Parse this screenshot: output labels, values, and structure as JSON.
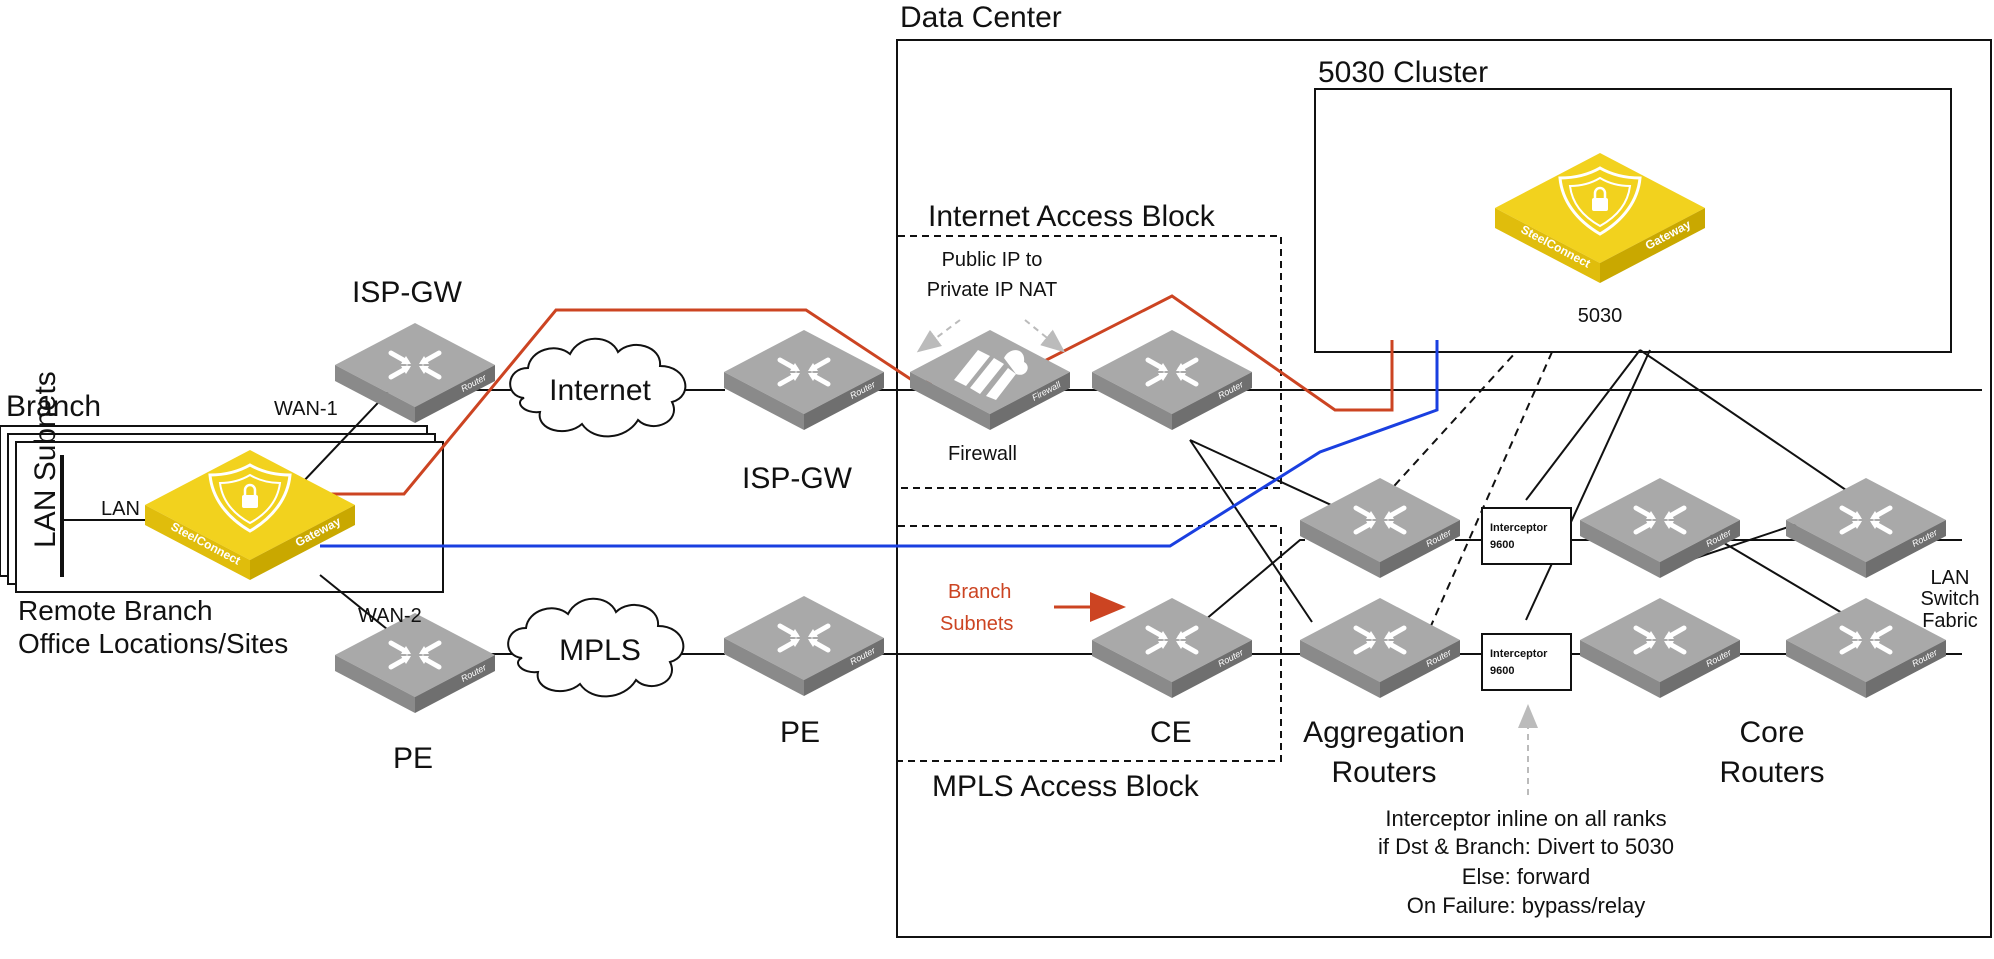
{
  "colors": {
    "red_path": "#cc4422",
    "blue_path": "#1a3fe0",
    "router_top": "#a9a9a9",
    "router_side": "#7d7d7d",
    "gateway_top": "#f2d21e",
    "gateway_side": "#c9a800",
    "dashed_arrow": "#bbbbbb",
    "branch_text": "#cc4422"
  },
  "icons": {
    "router": "router-icon",
    "firewall": "firewall-icon",
    "gateway": "steelconnect-gateway-icon",
    "cloud": "cloud-icon"
  },
  "regions": {
    "data_center": "Data Center",
    "cluster": "5030 Cluster",
    "internet_block": "Internet Access Block",
    "mpls_block": "MPLS Access Block",
    "branch": "Branch"
  },
  "branch": {
    "lan_subnets": "LAN Subnets",
    "lan": "LAN",
    "wan1": "WAN-1",
    "wan2": "WAN-2",
    "remote_line1": "Remote Branch",
    "remote_line2": "Office Locations/Sites",
    "gateway_brand": "SteelConnect",
    "gateway_model": "Gateway"
  },
  "nodes": {
    "isp_gw_branch": "ISP-GW",
    "pe_branch": "PE",
    "internet": "Internet",
    "mpls": "MPLS",
    "isp_gw_dc": "ISP-GW",
    "pe_dc": "PE",
    "firewall": "Firewall",
    "ce": "CE",
    "aggregation_line1": "Aggregation",
    "aggregation_line2": "Routers",
    "core_line1": "Core",
    "core_line2": "Routers",
    "lan_switch_line1": "LAN",
    "lan_switch_line2": "Switch",
    "lan_switch_line3": "Fabric",
    "cluster_device": "5030",
    "router_tag": "Router",
    "firewall_tag": "Firewall"
  },
  "nat": {
    "line1": "Public IP to",
    "line2": "Private IP NAT"
  },
  "branch_subnets": {
    "line1": "Branch",
    "line2": "Subnets"
  },
  "interceptor": {
    "name": "Interceptor",
    "model": "9600"
  },
  "interceptor_note": {
    "line1": "Interceptor inline on all ranks",
    "line2": "if Dst & Branch: Divert to 5030",
    "line3": "Else: forward",
    "line4": "On Failure: bypass/relay"
  }
}
